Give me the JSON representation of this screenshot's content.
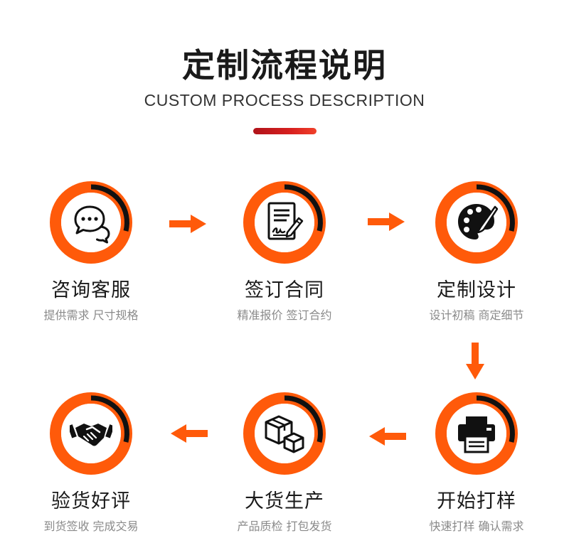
{
  "header": {
    "title": "定制流程说明",
    "subtitle": "CUSTOM PROCESS DESCRIPTION"
  },
  "colors": {
    "accent": "#ff5a0a",
    "ring_dark": "#111111",
    "title_bar": "#d8201f"
  },
  "steps": [
    {
      "title": "咨询客服",
      "desc": "提供需求 尺寸规格",
      "icon": "chat-bubbles-icon"
    },
    {
      "title": "签订合同",
      "desc": "精准报价 签订合约",
      "icon": "contract-signing-icon"
    },
    {
      "title": "定制设计",
      "desc": "设计初稿 商定细节",
      "icon": "palette-brush-icon"
    },
    {
      "title": "开始打样",
      "desc": "快速打样 确认需求",
      "icon": "printer-icon"
    },
    {
      "title": "大货生产",
      "desc": "产品质检 打包发货",
      "icon": "boxes-icon"
    },
    {
      "title": "验货好评",
      "desc": "到货签收 完成交易",
      "icon": "handshake-icon"
    }
  ]
}
